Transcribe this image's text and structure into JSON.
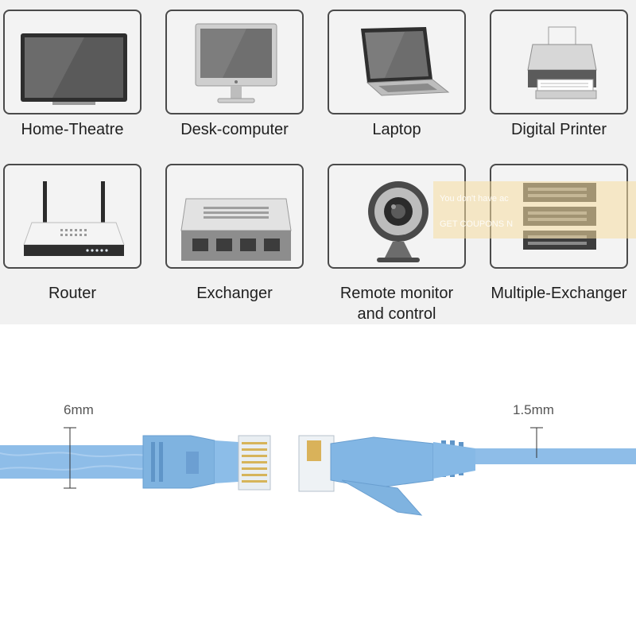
{
  "devices": [
    {
      "name": "home-theatre",
      "label": "Home-Theatre",
      "icon": "tv-icon"
    },
    {
      "name": "desk-computer",
      "label": "Desk-computer",
      "icon": "desktop-monitor-icon"
    },
    {
      "name": "laptop",
      "label": "Laptop",
      "icon": "laptop-icon"
    },
    {
      "name": "digital-printer",
      "label": "Digital Printer",
      "icon": "printer-icon"
    },
    {
      "name": "router",
      "label": "Router",
      "icon": "router-icon"
    },
    {
      "name": "exchanger",
      "label": "Exchanger",
      "icon": "network-switch-icon"
    },
    {
      "name": "remote-monitor",
      "label": "Remote monitor",
      "label_line2": "and control",
      "icon": "webcam-icon"
    },
    {
      "name": "multiple-exchanger",
      "label": "Multiple-Exchanger",
      "icon": "rack-switch-icon"
    }
  ],
  "overlay": {
    "line1": "You don't have ac",
    "line2": "GET COUPONS N"
  },
  "cable": {
    "thickness_label": "6mm",
    "thin_label": "1.5mm",
    "color": "#8ebde8",
    "connector_color": "#7fb3e0"
  }
}
